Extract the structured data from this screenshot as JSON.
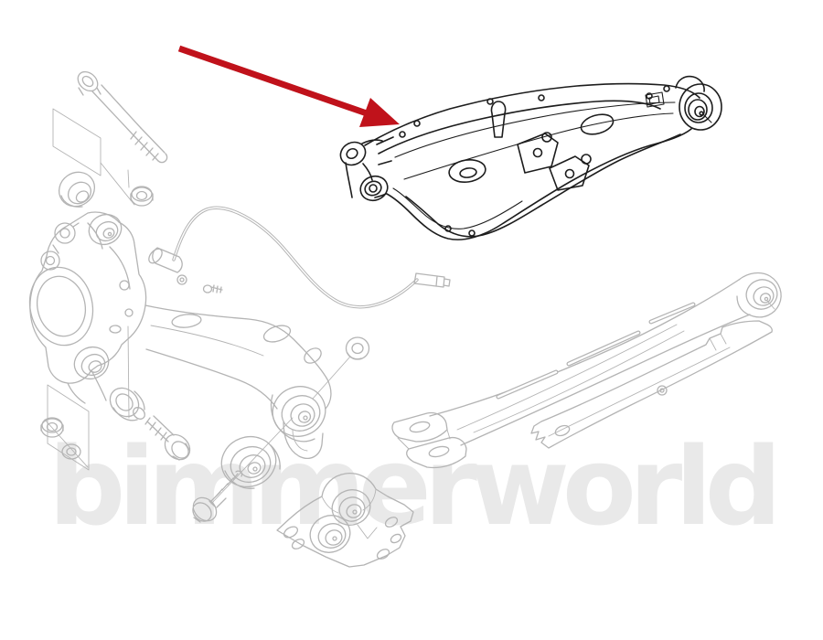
{
  "watermark": {
    "text": "bimmerworld",
    "color": "#e9e9e9"
  },
  "colors": {
    "background": "#ffffff",
    "highlight_line": "#1d1d1d",
    "context_line": "#b4b4b4",
    "arrow": "#c0121b"
  },
  "diagram": {
    "type": "exploded-parts-line-illustration",
    "highlighted_part": "rear-lower-control-arm",
    "context_parts": [
      "mounting-bolt",
      "leader-box",
      "large-bushing",
      "hex-nut",
      "wheel-carrier",
      "abs-sensor-with-cable",
      "cable-connector",
      "small-screw",
      "in-situ-control-arm",
      "eye-bushing",
      "pivot-bolt",
      "washer-and-nut",
      "pull-rod",
      "cover-shield",
      "mount-bracket"
    ]
  }
}
